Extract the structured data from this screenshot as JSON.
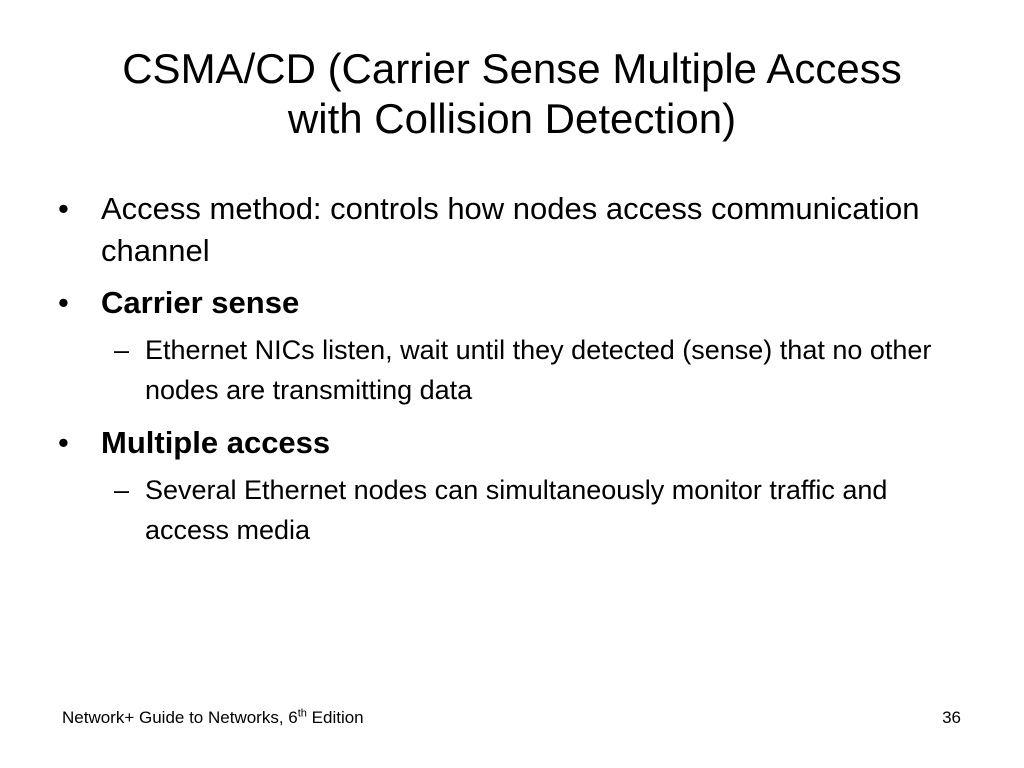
{
  "slide": {
    "title_line1": "CSMA/CD (Carrier Sense Multiple Access",
    "title_line2": "with Collision Detection)",
    "bullets": [
      {
        "mark": "•",
        "text": "Access method: controls how nodes access communication channel"
      },
      {
        "mark": "•",
        "text": "Carrier sense",
        "sub": {
          "mark": "–",
          "text": "Ethernet NICs listen, wait until they detected (sense) that no other nodes are transmitting data"
        }
      },
      {
        "mark": "•",
        "text": "Multiple access",
        "sub": {
          "mark": "–",
          "text": "Several Ethernet nodes can simultaneously monitor traffic and access media"
        }
      }
    ]
  },
  "footer": {
    "book_prefix": "Network+ Guide to Networks, 6",
    "book_sup": "th",
    "book_suffix": " Edition",
    "page_number": "36"
  }
}
